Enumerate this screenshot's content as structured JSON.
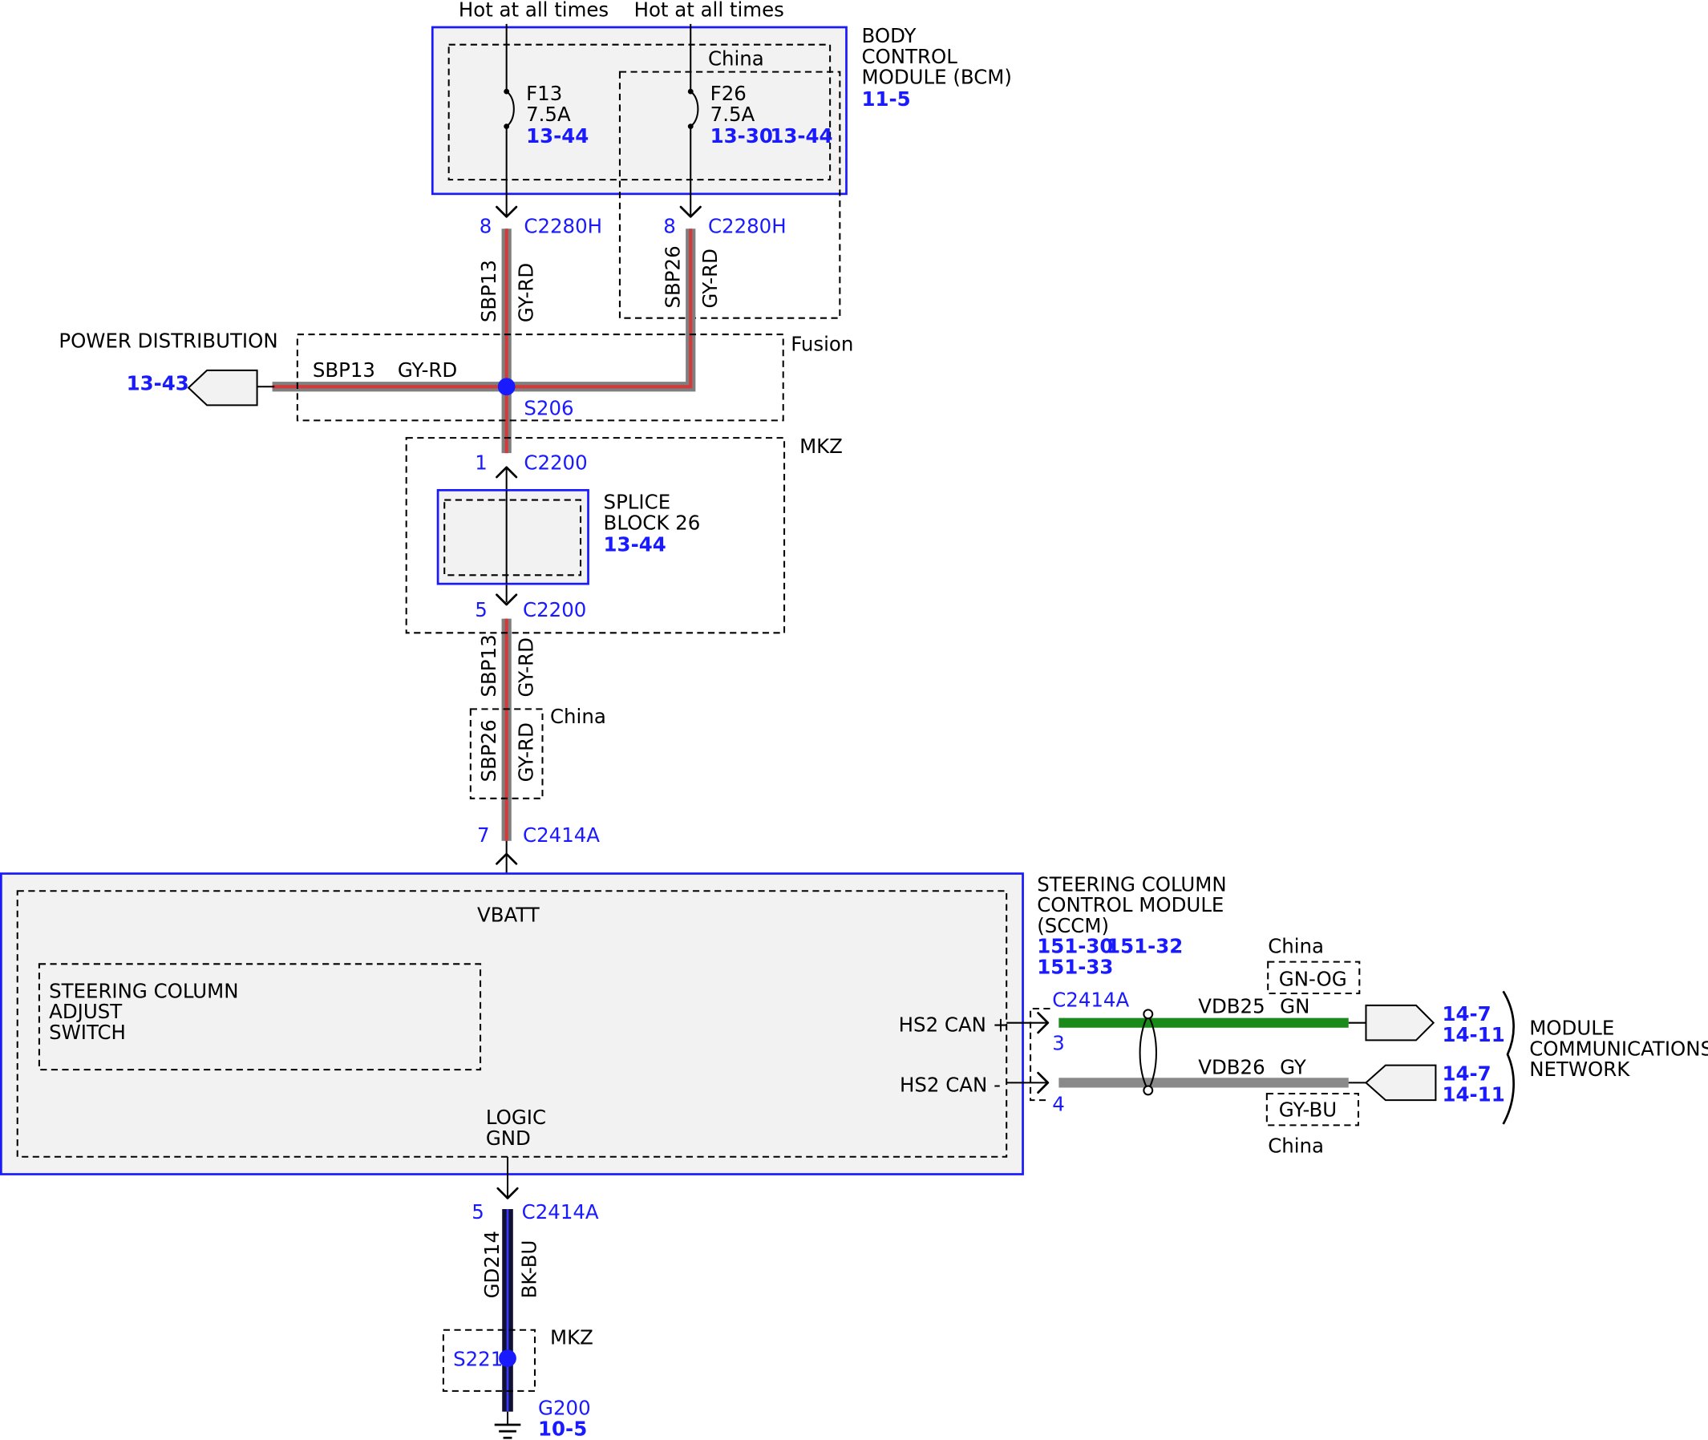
{
  "supply_labels": {
    "left": "Hot at all times",
    "right": "Hot at all times"
  },
  "bcm": {
    "name": [
      "BODY",
      "CONTROL",
      "MODULE (BCM)"
    ],
    "ref": "11-5",
    "china_label": "China",
    "fuse_f13": {
      "name": "F13",
      "rating": "7.5A",
      "ref": "13-44"
    },
    "fuse_f26": {
      "name": "F26",
      "rating": "7.5A",
      "ref1": "13-30",
      "ref2": "13-44"
    }
  },
  "c2280h": {
    "left_pin": "8",
    "right_pin": "8",
    "label": "C2280H"
  },
  "wires": {
    "sbp13": "SBP13",
    "sbp26": "SBP26",
    "gy_rd": "GY-RD",
    "gd214": "GD214",
    "bk_bu": "BK-BU",
    "vdb25": "VDB25",
    "gn": "GN",
    "vdb26": "VDB26",
    "gy": "GY",
    "gn_og": "GN-OG",
    "gy_bu": "GY-BU"
  },
  "power_distribution": {
    "label": "POWER DISTRIBUTION",
    "ref": "13-43"
  },
  "variant_labels": {
    "fusion": "Fusion",
    "mkz": "MKZ",
    "china": "China"
  },
  "splice_s206": "S206",
  "c2200": {
    "label": "C2200",
    "pin_top": "1",
    "pin_bottom": "5"
  },
  "splice_block": {
    "name": [
      "SPLICE",
      "BLOCK 26"
    ],
    "ref": "13-44"
  },
  "c2414a": {
    "label": "C2414A",
    "pin_vbatt": "7",
    "pin_can_plus": "3",
    "pin_can_minus": "4",
    "pin_gnd": "5"
  },
  "sccm": {
    "name": [
      "STEERING COLUMN",
      "CONTROL MODULE",
      "(SCCM)"
    ],
    "ref1": "151-30",
    "ref2": "151-32",
    "ref3": "151-33",
    "vbatt": "VBATT",
    "logic_gnd": [
      "LOGIC",
      "GND"
    ],
    "adjust_switch": [
      "STEERING COLUMN",
      "ADJUST",
      "SWITCH"
    ],
    "hs2_can_plus": "HS2 CAN +",
    "hs2_can_minus": "HS2 CAN -"
  },
  "network": {
    "name": [
      "MODULE",
      "COMMUNICATIONS",
      "NETWORK"
    ],
    "plus_ref1": "14-7",
    "plus_ref2": "14-11",
    "minus_ref1": "14-7",
    "minus_ref2": "14-11"
  },
  "splice_s221": "S221",
  "ground": {
    "label": "G200",
    "ref": "10-5"
  },
  "colors": {
    "module_border": "#1a1aff",
    "wire_gy_rd_base": "#7f7f7f",
    "wire_gy_rd_stripe": "#d33a3a",
    "wire_gn": "#1a8a1a",
    "wire_gy": "#8a8a8a",
    "wire_bk_bu": "#111133",
    "splice_dot": "#1a1aff"
  }
}
